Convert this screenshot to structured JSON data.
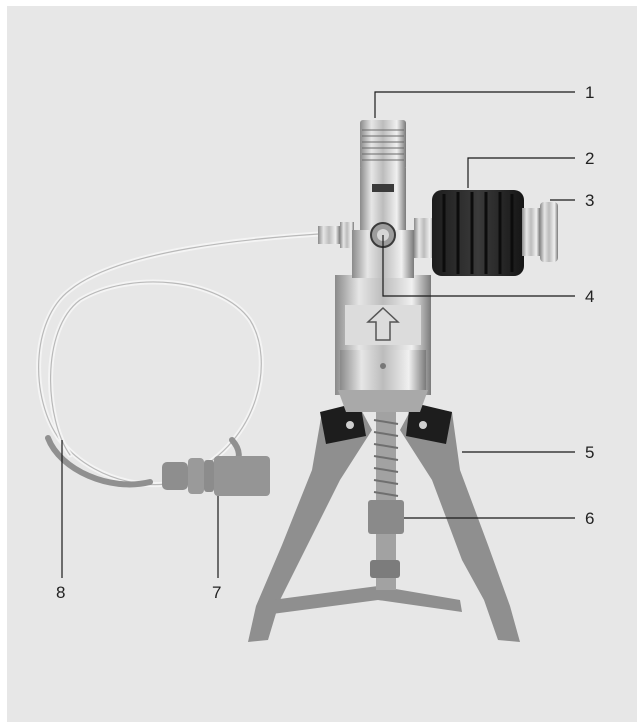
{
  "callouts": [
    {
      "id": "1",
      "label": "1"
    },
    {
      "id": "2",
      "label": "2"
    },
    {
      "id": "3",
      "label": "3"
    },
    {
      "id": "4",
      "label": "4"
    },
    {
      "id": "5",
      "label": "5"
    },
    {
      "id": "6",
      "label": "6"
    },
    {
      "id": "7",
      "label": "7"
    },
    {
      "id": "8",
      "label": "8"
    }
  ],
  "colors": {
    "background": "#e7e7e7",
    "legs": "#8f8f8f",
    "metal": "#c4c4c4",
    "knob": "#2a2a2a",
    "leader": "#1a1a1a"
  }
}
